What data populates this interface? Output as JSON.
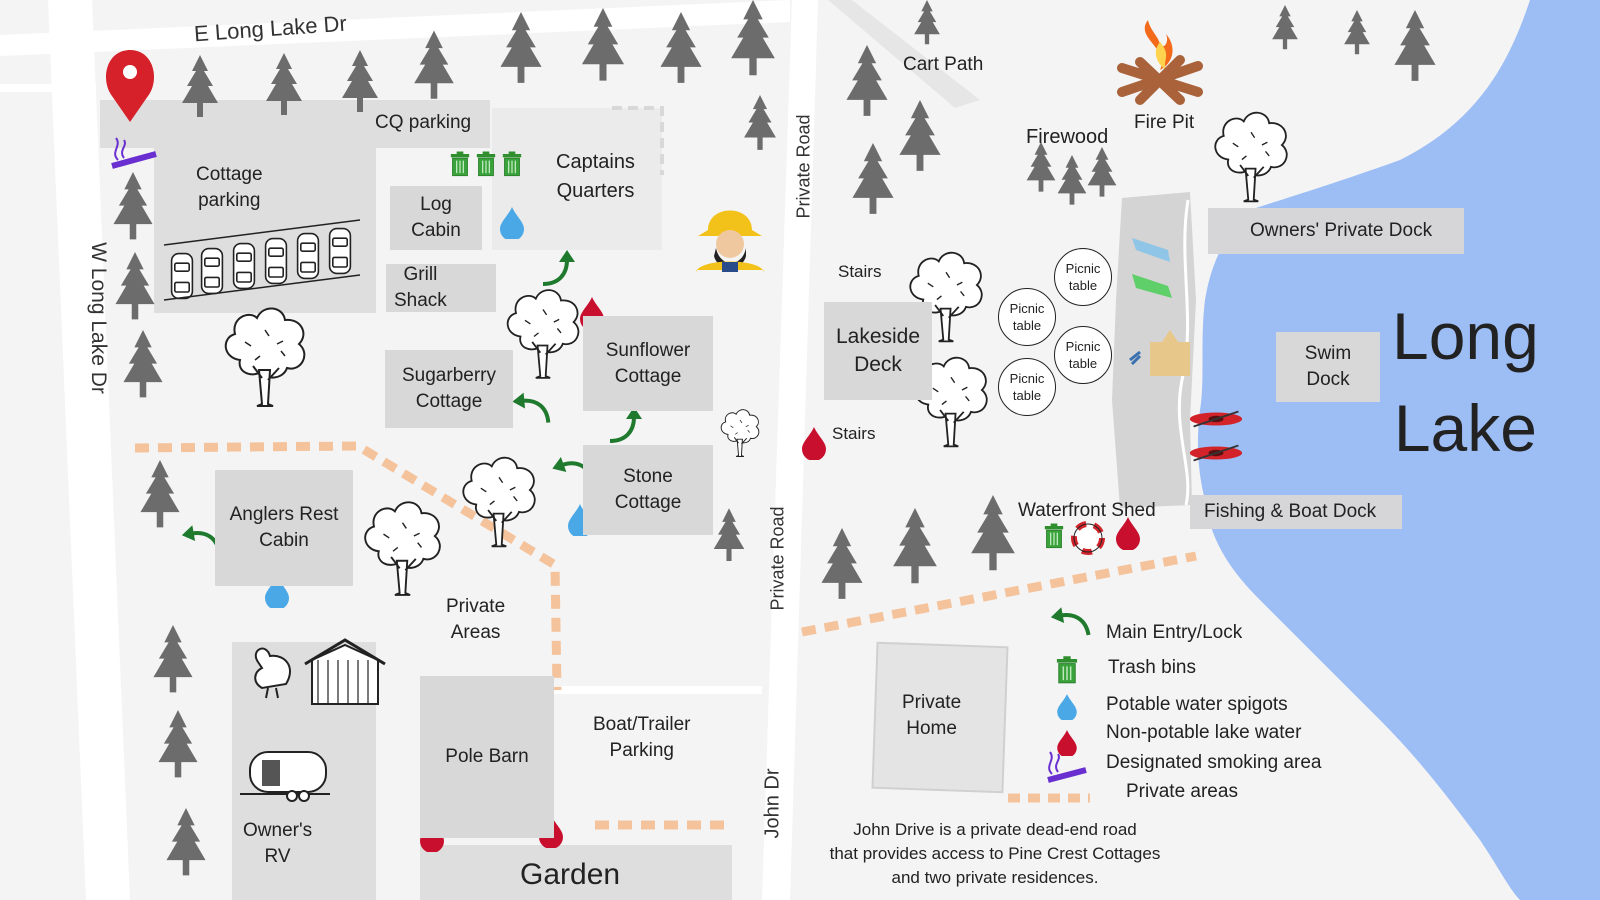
{
  "roads": {
    "e_long_lake_dr": "E Long Lake Dr",
    "w_long_lake_dr": "W Long Lake Dr",
    "private_road_upper": "Private Road",
    "private_road_lower": "Private Road",
    "john_dr": "John Dr",
    "cart_path": "Cart Path"
  },
  "buildings": {
    "cottage_parking": "Cottage\nparking",
    "cq_parking": "CQ parking",
    "captains_quarters": "Captains\nQuarters",
    "log_cabin": "Log\nCabin",
    "grill_shack": "Grill\nShack",
    "sunflower_cottage": "Sunflower\nCottage",
    "sugarberry_cottage": "Sugarberry\nCottage",
    "stone_cottage": "Stone\nCottage",
    "anglers_rest_cabin": "Anglers Rest\nCabin",
    "private_areas": "Private\nAreas",
    "pole_barn": "Pole Barn",
    "boat_trailer_parking": "Boat/Trailer\nParking",
    "garden": "Garden",
    "owners_rv": "Owner's\nRV",
    "private_home": "Private\nHome",
    "lakeside_deck": "Lakeside\nDeck"
  },
  "waterfront": {
    "firewood": "Firewood",
    "fire_pit": "Fire Pit",
    "stairs_upper": "Stairs",
    "stairs_lower": "Stairs",
    "waterfront_shed": "Waterfront Shed",
    "owners_private_dock": "Owners' Private Dock",
    "swim_dock": "Swim\nDock",
    "fishing_boat_dock": "Fishing & Boat Dock",
    "lake_name": "Long\nLake",
    "picnic_tables": [
      "Picnic\ntable",
      "Picnic\ntable",
      "Picnic\ntable",
      "Picnic\ntable"
    ]
  },
  "legend": [
    {
      "icon": "main-entry-arrow-icon",
      "label": "Main Entry/Lock"
    },
    {
      "icon": "trash-bin-icon",
      "label": "Trash bins"
    },
    {
      "icon": "potable-water-drop-icon",
      "label": "Potable water spigots"
    },
    {
      "icon": "non-potable-water-drop-icon",
      "label": "Non-potable lake water"
    },
    {
      "icon": "smoking-area-icon",
      "label": "Designated smoking area"
    },
    {
      "icon": "private-area-dashes-icon",
      "label": "Private areas"
    }
  ],
  "note": {
    "line1": "John Drive is a private dead-end road",
    "line2": "that provides access to Pine Crest Cottages",
    "line3": "and two private residences."
  },
  "colors": {
    "lake": "#9dbdf5",
    "building": "#d8d8d9",
    "road": "#ffffff",
    "private_area_dash": "#f4c39b",
    "entry_arrow": "#1f7a2e",
    "trash": "#3aa23a",
    "potable_water": "#4aa8e6",
    "non_potable_water": "#c8102e",
    "smoking": "#6a2fd1",
    "location_pin": "#d6202a",
    "tree": "#6c6c6c"
  }
}
